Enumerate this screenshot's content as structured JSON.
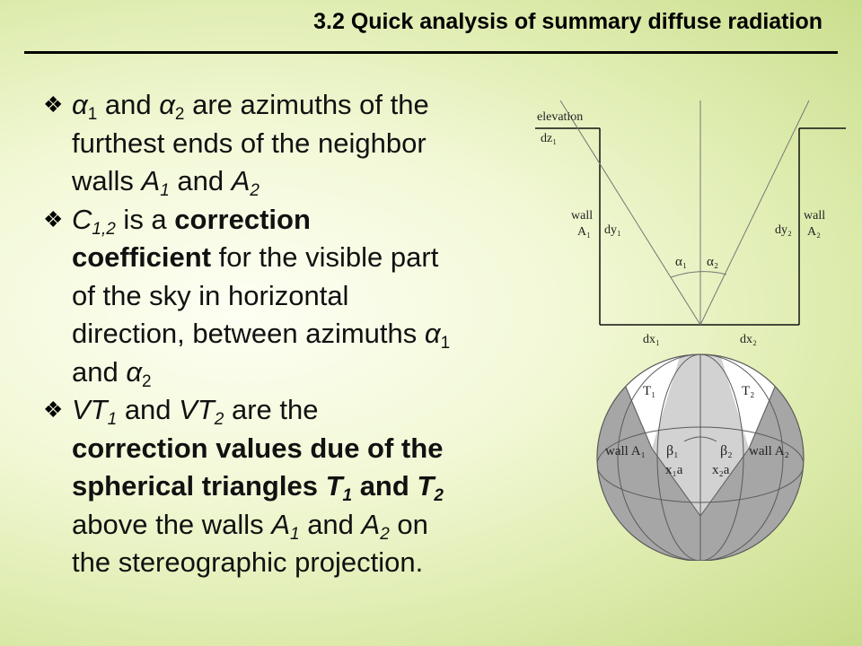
{
  "slide": {
    "title": "3.2 Quick analysis of summary diffuse radiation"
  },
  "bullets": [
    {
      "glyph": "❖",
      "lines": [
        [
          {
            "t": "α",
            "i": 1
          },
          {
            "t": "1",
            "s": 1
          },
          {
            "t": " and "
          },
          {
            "t": "α",
            "i": 1
          },
          {
            "t": "2",
            "s": 1
          },
          {
            "t": " are azimuths of the"
          }
        ],
        [
          {
            "t": "furthest ends of the neighbor"
          }
        ],
        [
          {
            "t": "walls "
          },
          {
            "t": "A",
            "i": 1
          },
          {
            "t": "1",
            "s": 1,
            "i": 1
          },
          {
            "t": " and "
          },
          {
            "t": "A",
            "i": 1
          },
          {
            "t": "2",
            "s": 1,
            "i": 1
          }
        ]
      ]
    },
    {
      "glyph": "❖",
      "lines": [
        [
          {
            "t": "C",
            "i": 1
          },
          {
            "t": "1,2",
            "s": 1,
            "i": 1
          },
          {
            "t": " is a "
          },
          {
            "t": "correction",
            "b": 1
          }
        ],
        [
          {
            "t": "coefficient",
            "b": 1
          },
          {
            "t": " for the visible part"
          }
        ],
        [
          {
            "t": "of the sky in horizontal"
          }
        ],
        [
          {
            "t": "direction, between azimuths "
          },
          {
            "t": "α",
            "i": 1
          },
          {
            "t": "1",
            "s": 1
          }
        ],
        [
          {
            "t": "and "
          },
          {
            "t": "α",
            "i": 1
          },
          {
            "t": "2",
            "s": 1
          }
        ]
      ]
    },
    {
      "glyph": "❖",
      "lines": [
        [
          {
            "t": "VT",
            "i": 1
          },
          {
            "t": "1",
            "s": 1,
            "i": 1
          },
          {
            "t": " and "
          },
          {
            "t": "VT",
            "i": 1
          },
          {
            "t": "2",
            "s": 1,
            "i": 1
          },
          {
            "t": " are the"
          }
        ],
        [
          {
            "t": "correction values due of the",
            "b": 1
          }
        ],
        [
          {
            "t": "spherical triangles ",
            "b": 1
          },
          {
            "t": "T",
            "b": 1,
            "i": 1
          },
          {
            "t": "1",
            "s": 1,
            "b": 1,
            "i": 1
          },
          {
            "t": " and ",
            "b": 1
          },
          {
            "t": "T",
            "b": 1,
            "i": 1
          },
          {
            "t": "2",
            "s": 1,
            "b": 1,
            "i": 1
          }
        ],
        [
          {
            "t": "above the walls "
          },
          {
            "t": "A",
            "i": 1
          },
          {
            "t": "1",
            "s": 1,
            "i": 1
          },
          {
            "t": " and "
          },
          {
            "t": "A",
            "i": 1
          },
          {
            "t": "2",
            "s": 1,
            "i": 1
          },
          {
            "t": " on"
          }
        ],
        [
          {
            "t": "the stereographic projection."
          }
        ]
      ]
    }
  ],
  "section_diagram": {
    "elevation": "elevation",
    "dz1": "dz₁",
    "wall_a1": [
      "wall",
      "A₁"
    ],
    "wall_a2": [
      "wall",
      "A₂"
    ],
    "dy1": "dy₁",
    "dy2": "dy₂",
    "alpha1": "α₁",
    "alpha2": "α₂",
    "dx1": "dx₁",
    "dx2": "dx₂"
  },
  "sphere_diagram": {
    "t1": "T₁",
    "t2": "T₂",
    "wall_a1": "wall A₁",
    "wall_a2": "wall A₂",
    "beta1": "β₁",
    "beta2": "β₂",
    "x1a": "x₁a",
    "x2a": "x₂a"
  },
  "colors": {
    "wall_fill": "#a6a6a6",
    "sky_fill": "#d2d2d2",
    "line": "#5a5a5a"
  }
}
